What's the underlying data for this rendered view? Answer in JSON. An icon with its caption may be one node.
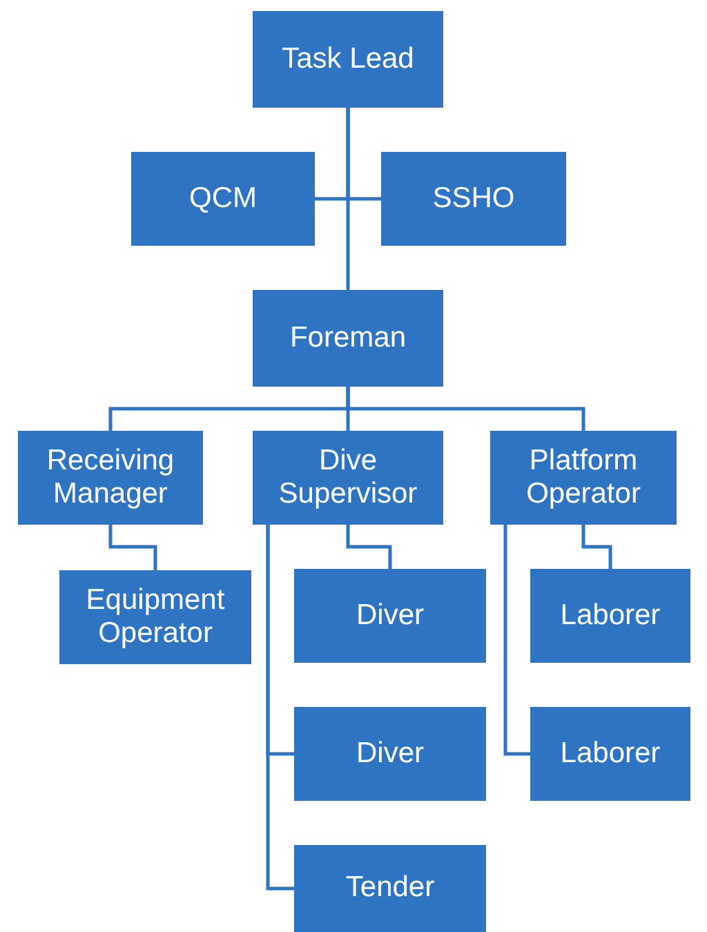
{
  "diagram": {
    "nodes": [
      {
        "text": [
          "Task Lead"
        ]
      },
      {
        "text": [
          "QCM"
        ]
      },
      {
        "text": [
          "SSHO"
        ]
      },
      {
        "text": [
          "Foreman"
        ]
      },
      {
        "text": [
          "Receiving Manager"
        ]
      },
      {
        "text": [
          "Dive Supervisor"
        ]
      },
      {
        "text": [
          "Platform Operator"
        ]
      },
      {
        "text": [
          "Equipment Operator"
        ]
      },
      {
        "text": [
          "Diver"
        ]
      },
      {
        "text": [
          "Laborer"
        ]
      },
      {
        "text": [
          "Diver"
        ]
      },
      {
        "text": [
          "Laborer"
        ]
      },
      {
        "text": [
          "Tender"
        ]
      }
    ],
    "edges": [
      {
        "from": 0,
        "to": 1,
        "arrow": "none"
      },
      {
        "from": 0,
        "to": 2,
        "arrow": "none"
      },
      {
        "from": 0,
        "to": 3,
        "arrow": "none"
      },
      {
        "from": 3,
        "to": 4,
        "arrow": "none"
      },
      {
        "from": 3,
        "to": 5,
        "arrow": "none"
      },
      {
        "from": 3,
        "to": 6,
        "arrow": "none"
      },
      {
        "from": 4,
        "to": 7,
        "arrow": "none"
      },
      {
        "from": 5,
        "to": 8,
        "arrow": "none"
      },
      {
        "from": 5,
        "to": 10,
        "arrow": "none"
      },
      {
        "from": 5,
        "to": 12,
        "arrow": "none"
      },
      {
        "from": 6,
        "to": 9,
        "arrow": "none"
      },
      {
        "from": 6,
        "to": 11,
        "arrow": "none"
      }
    ]
  }
}
